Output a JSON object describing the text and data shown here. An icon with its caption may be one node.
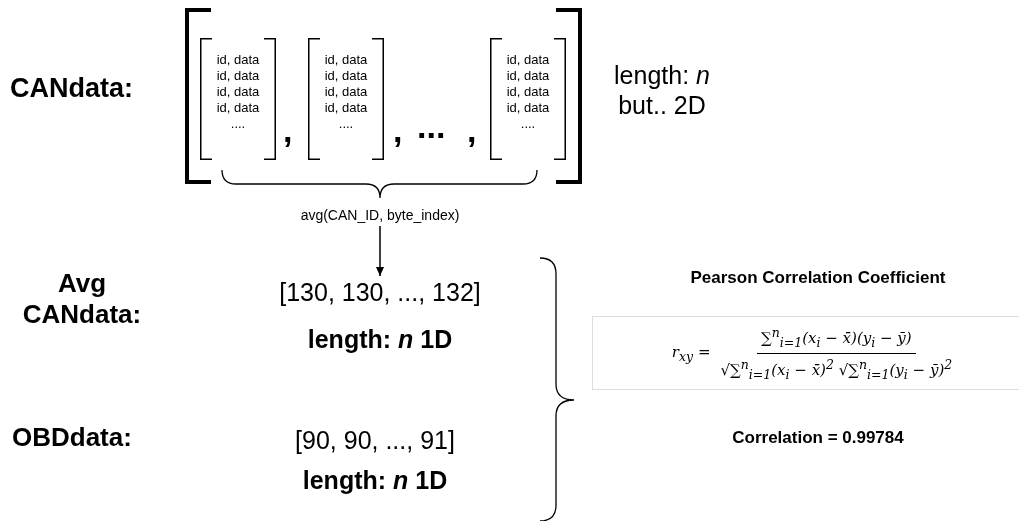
{
  "diagram": {
    "nodes": [
      {
        "text": [],
        "shape": "box"
      },
      {
        "text": [
          "id, data",
          "id, data",
          "id, data",
          "id, data",
          "...."
        ],
        "in": 0
      },
      {
        "text": [
          "id, data",
          "id, data",
          "id, data",
          "id, data",
          "...."
        ],
        "in": 0
      },
      {
        "text": [
          "id, data",
          "id, data",
          "id, data",
          "id, data",
          "...."
        ],
        "in": 0
      },
      {
        "text": [
          "avg(CAN_ID, byte_index)"
        ]
      },
      {
        "text": [
          "[130, 130, ..., 132]"
        ]
      },
      {
        "text": [
          "r$_{xy}$ =",
          "∑$^{n}$$_{i=1}$(x$_{i}$ − x̄)(y$_{i}$ − ȳ)",
          "√∑$^{n}$$_{i=1}$(x$_{i}$ − x̄)$^{2}$ √∑$^{n}$$_{i=1}$(y$_{i}$ − ȳ)$^{2}$"
        ]
      }
    ],
    "edges": [
      {
        "from": 4,
        "to": 5,
        "arrow": "to"
      }
    ],
    "labels": [
      "CANdata:",
      ",",
      ",",
      "...",
      ",",
      "length: *n* but.. 2D",
      "Avg CANdata:",
      "length: *n* 1D",
      "Pearson Correlation Coefficient",
      "OBDdata:",
      "[90, 90, ..., 91]",
      "Correlation = 0.99784",
      "length: *n* 1D"
    ]
  }
}
